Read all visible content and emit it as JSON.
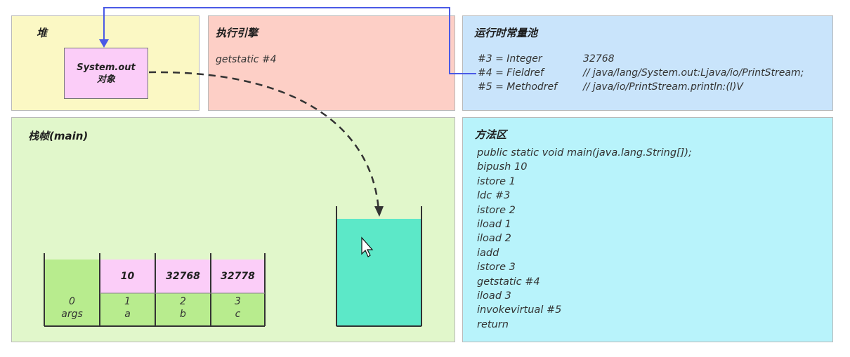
{
  "heap": {
    "title": "堆",
    "object_line1": "System.out",
    "object_line2": "对象"
  },
  "engine": {
    "title": "执行引擎",
    "instruction": "getstatic #4"
  },
  "constant_pool": {
    "title": "运行时常量池",
    "entries": [
      {
        "ref": "#3 = Integer",
        "value": "32768"
      },
      {
        "ref": "#4 = Fieldref",
        "value": "// java/lang/System.out:Ljava/io/PrintStream;"
      },
      {
        "ref": "#5 = Methodref",
        "value": "// java/io/PrintStream.println:(I)V"
      }
    ]
  },
  "stack_frame": {
    "title": "栈帧(main)",
    "locals": [
      {
        "value": "",
        "index": "0",
        "name": "args"
      },
      {
        "value": "10",
        "index": "1",
        "name": "a"
      },
      {
        "value": "32768",
        "index": "2",
        "name": "b"
      },
      {
        "value": "32778",
        "index": "3",
        "name": "c"
      }
    ]
  },
  "method_area": {
    "title": "方法区",
    "lines": [
      "public static void main(java.lang.String[]);",
      "bipush 10",
      "istore 1",
      "ldc #3",
      "istore 2",
      "iload 1",
      "iload 2",
      "iadd",
      "istore 3",
      "getstatic #4",
      "iload 3",
      "invokevirtual #5",
      "return"
    ]
  },
  "colors": {
    "heap_bg": "#fbf8c4",
    "engine_bg": "#fdcfc6",
    "pool_bg": "#c9e4fb",
    "frame_bg": "#e1f7cb",
    "method_bg": "#b8f3fb",
    "object_bg": "#fbcdf8",
    "operand_stack_fill": "#5ce8c8",
    "link_arrow": "#4a5ae6"
  }
}
